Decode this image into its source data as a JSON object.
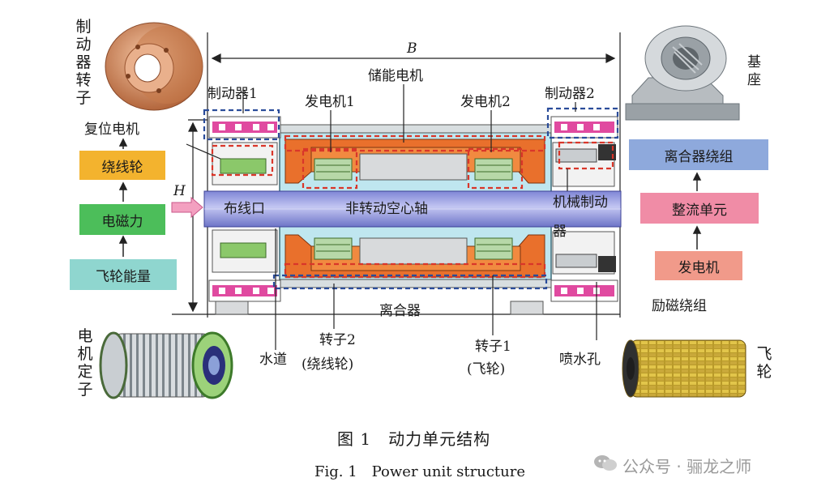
{
  "labels": {
    "brake_rotor": "制动器转子",
    "reset_motor": "复位电机",
    "base": "基座",
    "dim_B": "B",
    "dim_H": "H",
    "energy_motor": "储能电机",
    "generator1": "发电机1",
    "generator2": "发电机2",
    "brake1": "制动器1",
    "brake2": "制动器2",
    "wiring_port": "布线口",
    "hollow_shaft": "非转动空心轴",
    "mech_brake": "机械制动器",
    "clutch": "离合器",
    "water_channel": "水道",
    "rotor2": "转子2",
    "rotor2_sub": "(绕线轮)",
    "rotor1": "转子1",
    "rotor1_sub": "(飞轮)",
    "spray_hole": "喷水孔",
    "excitation_winding": "励磁绕组",
    "motor_stator": "电机定子",
    "flywheel": "飞轮"
  },
  "left_flow": {
    "b1": "绕线轮",
    "b2": "电磁力",
    "b3": "飞轮能量",
    "colors": {
      "b1": "#f3b32e",
      "b2": "#4cbe5a",
      "b3": "#8fd6cf"
    }
  },
  "right_flow": {
    "b1": "离合器绕组",
    "b2": "整流单元",
    "b3": "发电机",
    "colors": {
      "b1": "#8ea9dc",
      "b2": "#f08ca6",
      "b3": "#f19a8a"
    }
  },
  "caption": {
    "cn": "图 1　动力单元结构",
    "en": "Fig. 1　Power unit structure"
  },
  "watermark": "公众号 · 骊龙之师"
}
